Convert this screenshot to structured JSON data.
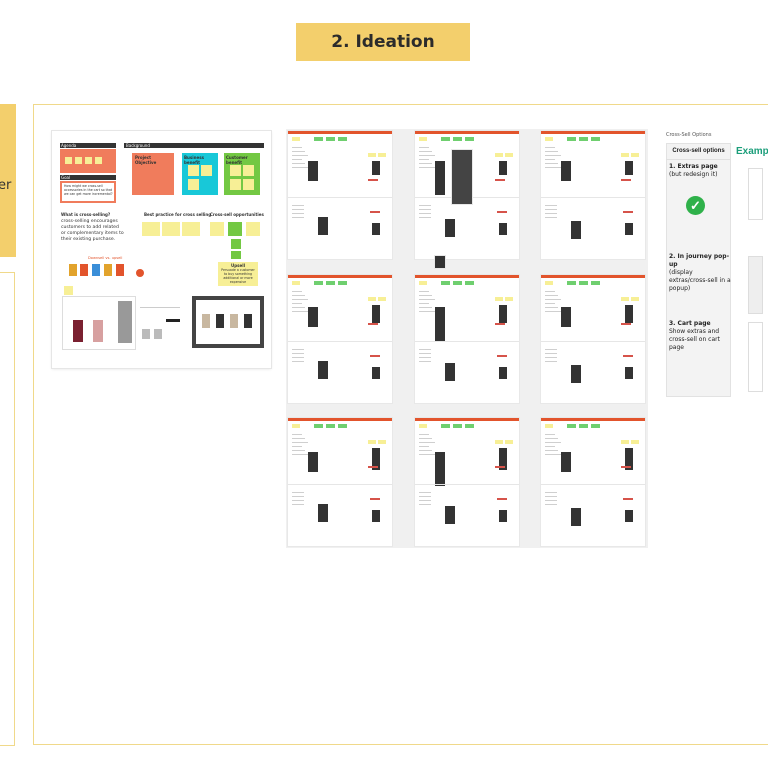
{
  "section_title": "2. Ideation",
  "left_stub_text": "er",
  "research_board": {
    "agenda": "Agenda",
    "background": "Background",
    "project_objective": "Project Objective",
    "business_benefit": "Business benefit",
    "customer_benefit": "Customer benefit",
    "goal_label": "Goal",
    "goal_text": "How might we cross-sell accessories in the cart so that we can get more incremental?",
    "what_is_title": "What is cross-selling?",
    "what_is_text": "cross-selling encourages customers to add related or complementary items to their existing purchase.",
    "best_practice": "Best practice for cross selling",
    "opportunities": "Cross-sell opportunities",
    "upsell_label": "Upsell",
    "upsell_text": "Persuade a customer to buy something additional or more expensive",
    "versus": "Downsell vs. upsell"
  },
  "cross_sell": {
    "frame_title": "Cross-Sell Options",
    "header": "Cross-sell options",
    "items": [
      {
        "title": "1. Extras page",
        "desc": "(but redesign it)"
      },
      {
        "title": "2. In journey pop-up",
        "desc": "(display extras/cross-sell in a popup)"
      },
      {
        "title": "3. Cart page",
        "desc": "Show extras and cross-sell on cart page"
      }
    ],
    "examples_label": "Exampl",
    "check_icon": "checkmark-icon"
  },
  "colors": {
    "accent_yellow": "#f3cf6c",
    "frame_border": "#f0d98a",
    "orange": "#f07c5c",
    "cyan": "#18c8d8",
    "green": "#73c843",
    "check_green": "#2fb14a",
    "examples_teal": "#1b9e7a"
  }
}
